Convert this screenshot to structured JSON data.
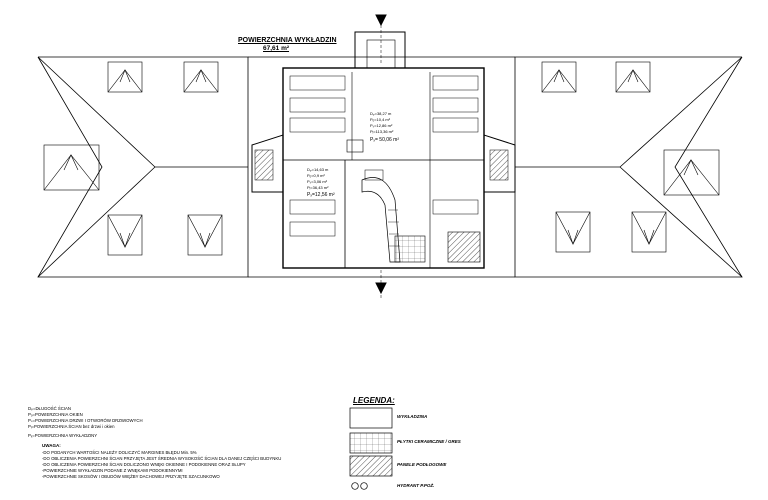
{
  "drawing": {
    "title": "POWIERZCHNIA WYKŁADZIN",
    "area": "67,61 m²",
    "room_main": [
      "Dₚ=38,27 m",
      "Pₒ=10,4 m²",
      "Pₛ=12,86 m²",
      "Pᵢ=113,36 m²",
      "Pₓ= 50,06 m²"
    ],
    "room_stair": [
      "Dₚ=14,63 m",
      "Pₒ=0,9 m²",
      "Pₛ=3,06 m²",
      "Pᵢ=36,43 m²",
      "Pₓ=12,56 m²"
    ]
  },
  "symbols": [
    "Dₚ=DŁUGOŚĆ ŚCIAN",
    "Pₒ=POWIERZCHNIA OKIEN",
    "Pₛ=POWIERZCHNIA DRZWI I OTWORÓW DRZWIOWYCH",
    "Pᵢ=POWIERZCHNIA ŚCIAN bez drzwi i okien",
    "Pₓ=POWIERZCHNIA WYKŁADZINY"
  ],
  "notes": {
    "heading": "UWAGA:",
    "items": [
      "-DO PODANYCH WARTOŚCI NALEŻY DOLICZYĆ MARGINES BŁĘDU Min. 5%",
      "-DO OBLICZENIA POWIERZCHNI ŚCIAN PRZYJĘTA JEST ŚREDNIA WYSOKOŚĆ ŚCIAN DLA DANEJ CZĘŚCI BUDYNKU",
      "-DO OBLICZENIA POWIERZCHNI ŚCIAN DOLICZONO WNĘKI OKIENNE I PODOKIENNE ORAZ SŁUPY",
      "-POWIERZCHNIE WYKŁADZIN PODANE Z WNĘKAMI PODOKIENNYMI",
      "-POWIERZCHNIE SKOSÓW I OBUDÓW WIĘŹBY DACHOWEJ PRZYJĘTE SZACUNKOWO"
    ]
  },
  "legend": {
    "heading": "LEGENDA:",
    "items": [
      {
        "label": "WYKŁADZINA"
      },
      {
        "label": "PŁYTKI CERAMICZNE / GRES"
      },
      {
        "label": "PANELE PODŁOGOWE"
      },
      {
        "label": "HYDRANT P.POŻ."
      }
    ]
  },
  "colors": {
    "line": "#000000",
    "hatch": "#555555",
    "paper": "#ffffff"
  }
}
